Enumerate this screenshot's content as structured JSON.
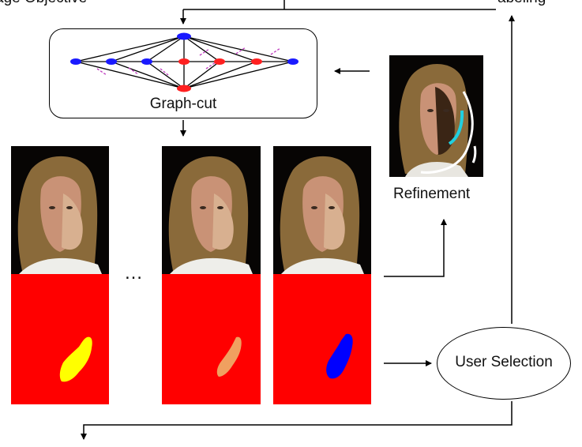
{
  "labels": {
    "top_left_partial": "age Objective",
    "top_right_partial": "abeling",
    "graph_cut": "Graph-cut",
    "refinement": "Refinement",
    "user_selection": "User Selection",
    "ellipsis": "…"
  },
  "colors": {
    "background": "#ffffff",
    "mask_red": "#ff0000",
    "region_yellow": "#ffff00",
    "region_orange": "#f0a060",
    "region_blue": "#0000ff",
    "node_blue": "#1a1aff",
    "node_red": "#ff2020",
    "cut_magenta": "#c040c0",
    "stroke_cyan": "#20d0e0",
    "stroke_white": "#ffffff",
    "line": "#000000"
  }
}
